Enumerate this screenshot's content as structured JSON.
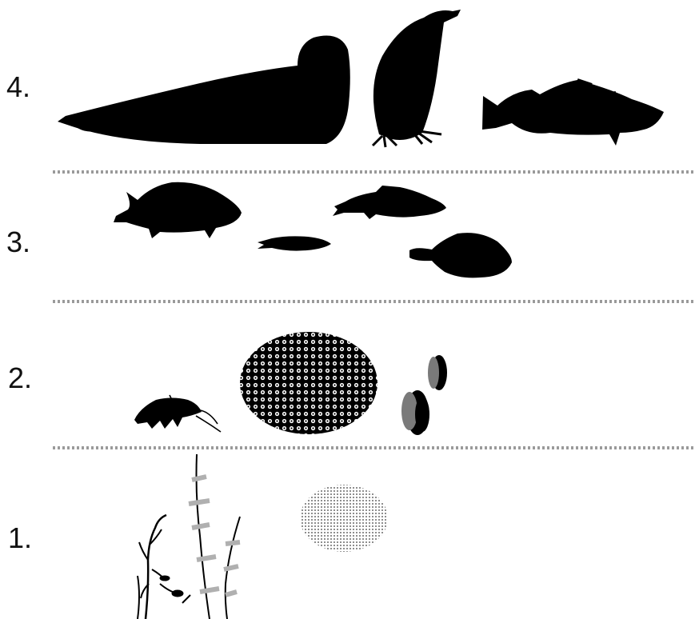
{
  "levels": [
    {
      "label": "4.",
      "organisms": [
        "seal-icon",
        "guillemot-icon",
        "cod-icon"
      ]
    },
    {
      "label": "3.",
      "organisms": [
        "perch-icon",
        "sprat-icon",
        "zander-icon",
        "flounder-icon"
      ]
    },
    {
      "label": "2.",
      "organisms": [
        "amphipod-icon",
        "zooplankton-icon",
        "mussel-icon"
      ]
    },
    {
      "label": "1.",
      "organisms": [
        "seaweed-icon",
        "phytoplankton-icon"
      ]
    }
  ],
  "colors": {
    "silhouette": "#000000",
    "divider": "#9a9a9a",
    "background": "#ffffff"
  }
}
